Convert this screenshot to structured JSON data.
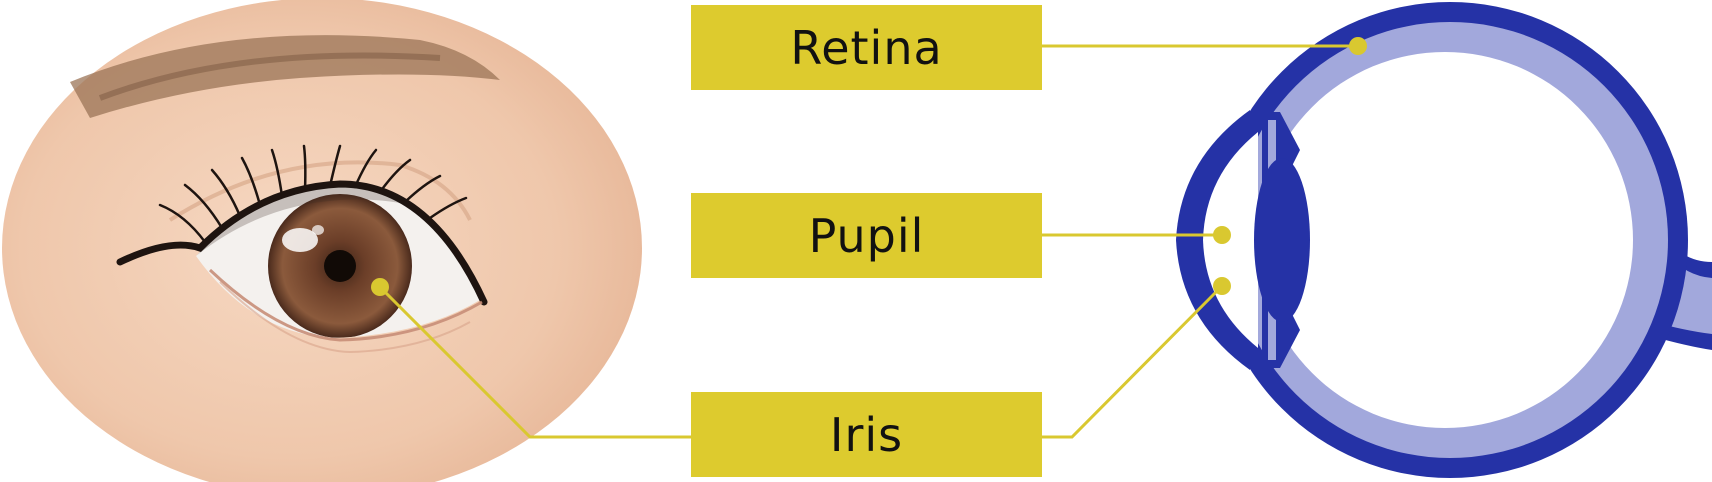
{
  "labels": {
    "retina": "Retina",
    "pupil": "Pupil",
    "iris": "Iris"
  },
  "colors": {
    "label_fill": "#DDCB2E",
    "leader_line": "#D9C830",
    "sclera_dark": "#2532A6",
    "retina_light": "#A2A8DC",
    "lens": "#2532A6",
    "skin": "#F1CDB3",
    "iris_brown": "#7A4A32",
    "brow": "#8B6A52"
  },
  "icons": [
    "eye-photo-icon",
    "eye-cross-section-icon"
  ]
}
